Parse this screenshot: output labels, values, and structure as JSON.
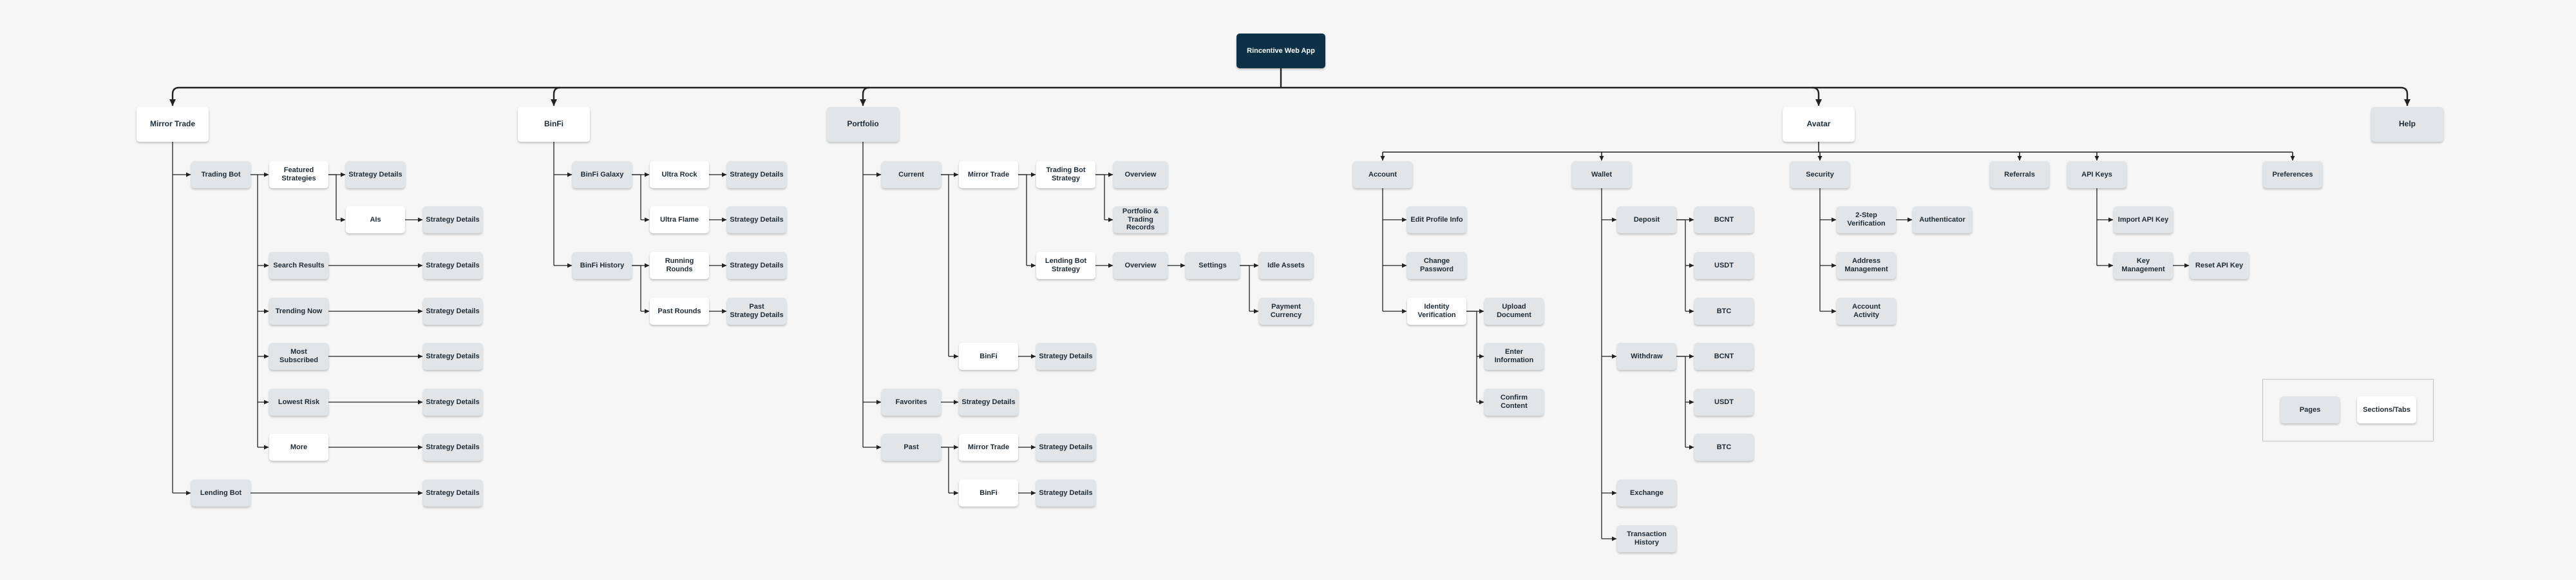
{
  "root": {
    "label": "Rincentive Web App"
  },
  "top_sections": {
    "mirror_trade": "Mirror Trade",
    "binfi": "BinFi",
    "portfolio": "Portfolio",
    "avatar": "Avatar",
    "help": "Help"
  },
  "mirror_trade": {
    "trading_bot": "Trading Bot",
    "featured_strategies": "Featured\nStrategies",
    "ais": "AIs",
    "search_results": "Search Results",
    "trending_now": "Trending Now",
    "most_subscribed": "Most Subscribed",
    "lowest_risk": "Lowest Risk",
    "more": "More",
    "lending_bot": "Lending Bot",
    "strategy_details": "Strategy Details"
  },
  "binfi": {
    "binfi_galaxy": "BinFi Galaxy",
    "ultra_rock": "Ultra Rock",
    "ultra_flame": "Ultra Flame",
    "binfi_history": "BinFi History",
    "running_rounds": "Running Rounds",
    "past_rounds": "Past Rounds",
    "strategy_details": "Strategy Details",
    "past_strategy_details": "Past\nStrategy Details"
  },
  "portfolio": {
    "current": "Current",
    "mirror_trade": "Mirror Trade",
    "trading_bot_strategy": "Trading Bot\nStrategy",
    "lending_bot_strategy": "Lending Bot\nStrategy",
    "overview": "Overview",
    "portfolio_trading_records": "Portfolio &\nTrading Records",
    "settings": "Settings",
    "idle_assets": "Idle Assets",
    "payment_currency": "Payment\nCurrency",
    "binfi": "BinFi",
    "favorites": "Favorites",
    "past": "Past",
    "strategy_details": "Strategy Details"
  },
  "avatar": {
    "account": "Account",
    "edit_profile_info": "Edit Profile Info",
    "change_password": "Change Password",
    "identity_verification": "Identity\nVerification",
    "upload_document": "Upload Document",
    "enter_information": "Enter Information",
    "confirm_content": "Confirm Content",
    "wallet": "Wallet",
    "deposit": "Deposit",
    "withdraw": "Withdraw",
    "exchange": "Exchange",
    "transaction_history": "Transaction\nHistory",
    "bcnt": "BCNT",
    "usdt": "USDT",
    "btc": "BTC",
    "security": "Security",
    "two_step_verification": "2-Step\nVerification",
    "authenticator": "Authenticator",
    "address_management": "Address\nManagement",
    "account_activity": "Account Activity",
    "referrals": "Referrals",
    "api_keys": "API Keys",
    "import_api_key": "Import API Key",
    "key_management": "Key Management",
    "reset_api_key": "Reset API Key",
    "preferences": "Preferences"
  },
  "legend": {
    "pages": "Pages",
    "sections_tabs": "Sections/Tabs"
  },
  "colors": {
    "root_fill": "#0d3247",
    "section_fill": "#ffffff",
    "page_fill": "#e2e5e8",
    "edge": "#222222",
    "background": "#f6f6f6"
  }
}
